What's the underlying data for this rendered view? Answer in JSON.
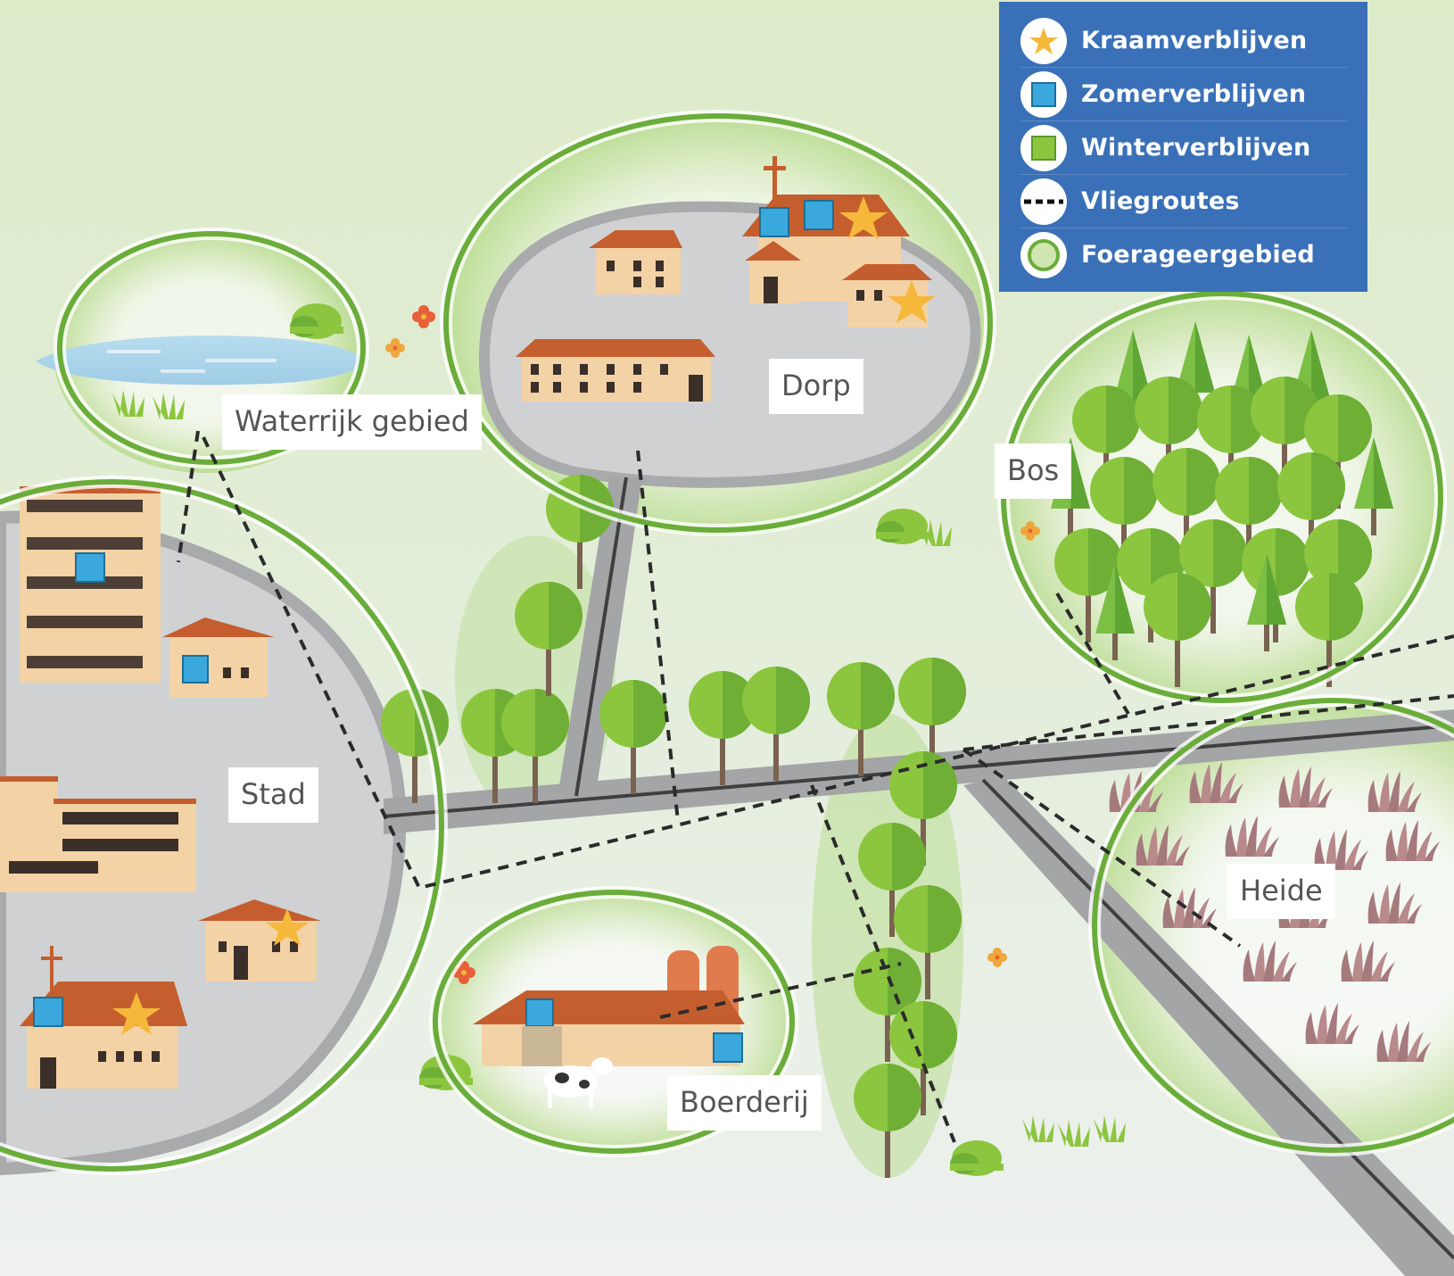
{
  "regions": {
    "waterrijk": "Waterrijk gebied",
    "dorp": "Dorp",
    "bos": "Bos",
    "stad": "Stad",
    "heide": "Heide",
    "boerderij": "Boerderij"
  },
  "legend": {
    "kraam": "Kraamverblijven",
    "zomer": "Zomerverblijven",
    "winter": "Winterverblijven",
    "vlieg": "Vliegroutes",
    "foerageer": "Foerageergebied"
  },
  "colors": {
    "legend_bg": "#3a70b8",
    "kraam_star": "#f6b83a",
    "zomer_square": "#3aa8dc",
    "winter_square": "#8cc63f",
    "foraging_ring": "#6aad3a"
  },
  "icons": {
    "kraam": "star-icon",
    "zomer": "blue-square-icon",
    "winter": "green-square-icon",
    "vlieg": "dashed-line-icon",
    "foerageer": "green-ring-icon"
  }
}
